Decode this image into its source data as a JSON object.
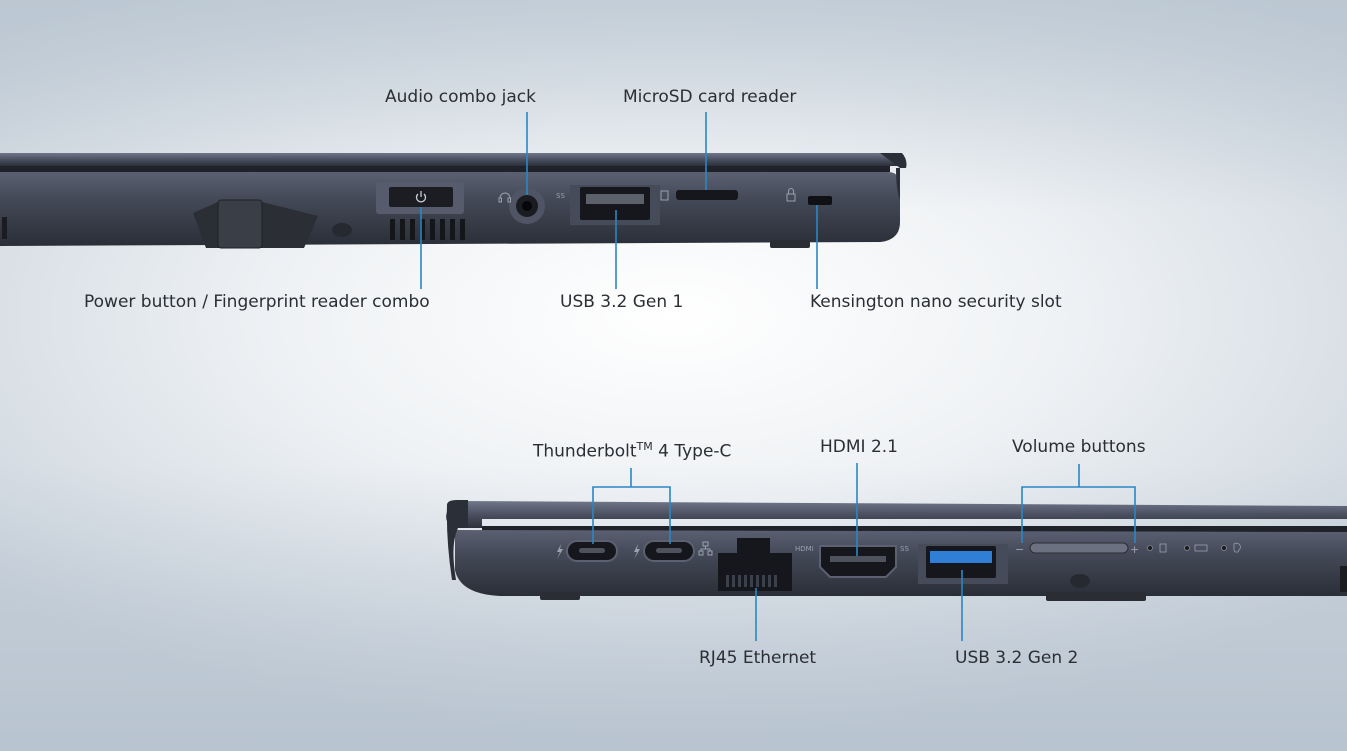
{
  "callouts": {
    "audio_jack": "Audio combo jack",
    "microsd": "MicroSD card reader",
    "power_button": "Power button / Fingerprint reader combo",
    "usb_gen1": "USB 3.2 Gen 1",
    "kensington": "Kensington nano security slot",
    "thunderbolt": "Thunderbolt",
    "thunderbolt_tm": "TM",
    "thunderbolt_suffix": " 4 Type-C",
    "hdmi": "HDMI 2.1",
    "volume": "Volume buttons",
    "rj45": "RJ45 Ethernet",
    "usb_gen2": "USB 3.2 Gen 2"
  },
  "port_markings": {
    "hdmi": "HDMI",
    "usb_ss": "SS",
    "vol_minus": "−",
    "vol_plus": "+"
  },
  "colors": {
    "leader_line": "#2a86c4",
    "chassis": "#3a3f4b",
    "usb_gen2_tongue": "#2f7fd6"
  }
}
